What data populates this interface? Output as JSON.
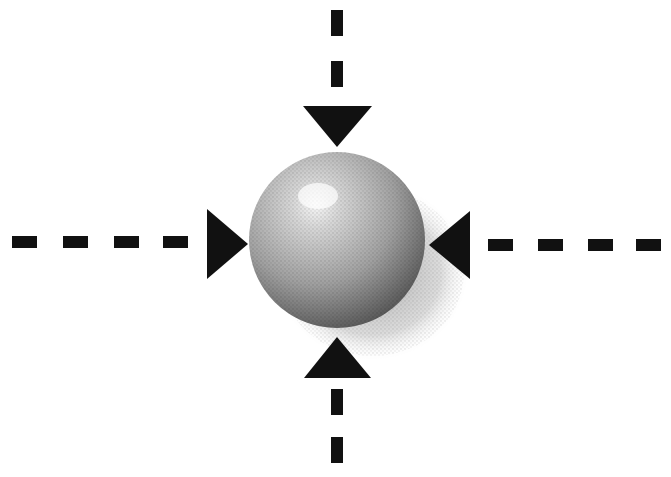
{
  "diagram": {
    "description_text": "",
    "colors": {
      "background": "#ffffff",
      "ink": "#111111",
      "sphere_light": "#f4f4f4",
      "sphere_mid": "#a8a8a8",
      "sphere_dark": "#505050",
      "shadow": "#9a9a9a"
    },
    "elements": {
      "center": "sphere",
      "arrows": [
        "top",
        "bottom",
        "left",
        "right"
      ],
      "arrow_direction": "inward",
      "line_style": "dashed"
    }
  }
}
